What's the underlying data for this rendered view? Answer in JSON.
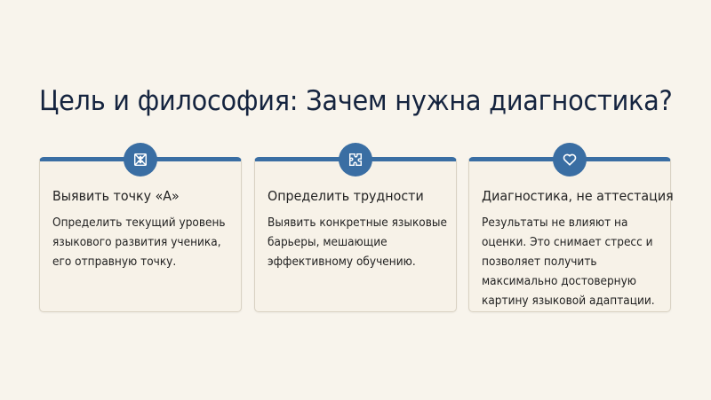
{
  "slide": {
    "title": "Цель и философия: Зачем нужна диагностика?",
    "colors": {
      "background": "#f8f4ec",
      "accent": "#3a6ea3",
      "title_text": "#15243f",
      "card_border": "#d9d2c3"
    }
  },
  "cards": [
    {
      "icon": "crosshair-target-icon",
      "title": "Выявить точку «А»",
      "body": "Определить текущий уровень языкового развития ученика, его отправную точку."
    },
    {
      "icon": "puzzle-icon",
      "title": "Определить трудности",
      "body": "Выявить конкретные языковые барьеры, мешающие эффективному обучению."
    },
    {
      "icon": "heart-icon",
      "title": "Диагностика, не аттестация",
      "body": "Результаты не влияют на оценки. Это снимает стресс и позволяет получить максимально достоверную картину языковой адаптации."
    }
  ]
}
